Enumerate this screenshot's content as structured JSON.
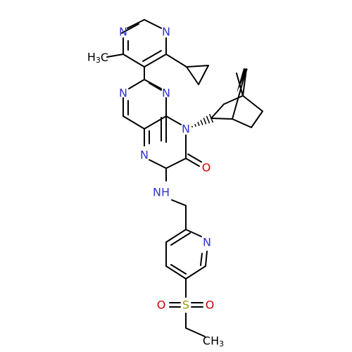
{
  "molecule": {
    "atom_labels": {
      "n_pyrimidine_1": "N",
      "n_pyrimidine_2": "N",
      "methyl_h3c": "H3C",
      "n_pteridine_1": "N",
      "n_pteridine_2": "N",
      "n_pteridine_3": "N",
      "n_pteridine_4": "N",
      "o_carbonyl": "O",
      "nh_amine": "NH",
      "n_pyridine": "N",
      "s_sulfonyl": "S",
      "o_sulfonyl_1": "O",
      "o_sulfonyl_2": "O",
      "ch3_ethyl": "CH3"
    },
    "colors": {
      "bond": "#000000",
      "nitrogen": "#3333cc",
      "oxygen": "#cc0000",
      "sulfur": "#999900",
      "carbon_label": "#000000"
    }
  }
}
